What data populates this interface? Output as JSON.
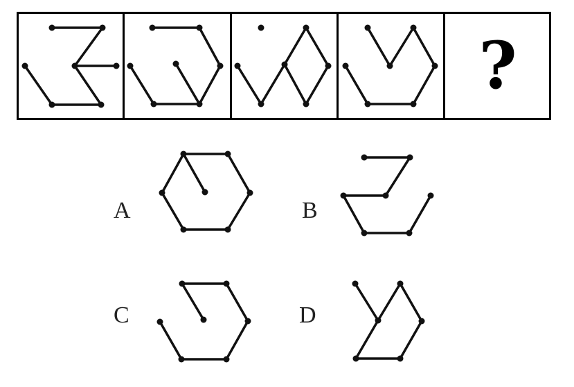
{
  "question": {
    "panels": 4,
    "missing_label": "?"
  },
  "options": [
    {
      "label": "A"
    },
    {
      "label": "B"
    },
    {
      "label": "C"
    },
    {
      "label": "D"
    }
  ]
}
